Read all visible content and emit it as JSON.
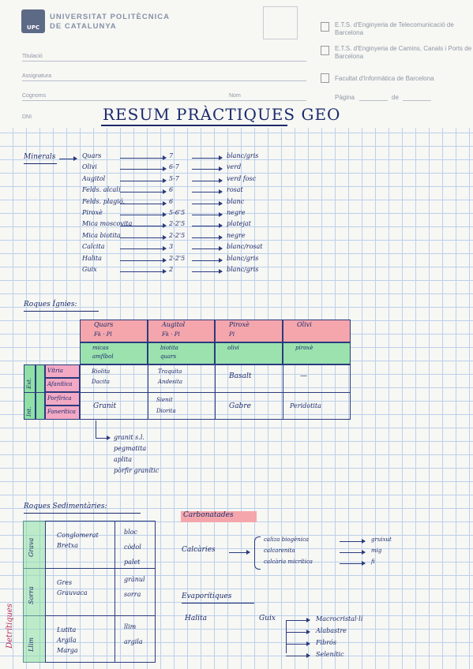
{
  "header": {
    "logo_text": "UPC",
    "university": "UNIVERSITAT POLITÈCNICA DE CATALUNYA",
    "fields": [
      "Titulació",
      "Assignatura",
      "Cognoms",
      "Nom",
      "DNI"
    ],
    "schools": [
      "E.T.S. d'Enginyeria de Telecomunicació de Barcelona",
      "E.T.S. d'Enginyeria de Camins, Canals i Ports de Barcelona",
      "Facultat d'Informàtica de Barcelona"
    ],
    "page_label": "Pàgina",
    "of_label": "de"
  },
  "title": "RESUM PRÀCTIQUES GEO",
  "minerals": {
    "heading": "Minerals",
    "rows": [
      {
        "name": "Quars",
        "hardness": "7",
        "color": "blanc/gris"
      },
      {
        "name": "Olivi",
        "hardness": "6-7",
        "color": "verd"
      },
      {
        "name": "Augitol",
        "hardness": "5-7",
        "color": "verd fosc"
      },
      {
        "name": "Felds. alcalí",
        "hardness": "6",
        "color": "rosat"
      },
      {
        "name": "Felds. plagió.",
        "hardness": "6",
        "color": "blanc"
      },
      {
        "name": "Piroxè",
        "hardness": "5-6'5",
        "color": "negre"
      },
      {
        "name": "Mica moscovita",
        "hardness": "2-2'5",
        "color": "platejat"
      },
      {
        "name": "Mica biotita",
        "hardness": "2-2'5",
        "color": "negre"
      },
      {
        "name": "Calcita",
        "hardness": "3",
        "color": "blanc/rosat"
      },
      {
        "name": "Halita",
        "hardness": "2-2'5",
        "color": "blanc/gris"
      },
      {
        "name": "Guix",
        "hardness": "2",
        "color": "blanc/gris"
      }
    ]
  },
  "igneous": {
    "heading": "Roques Ígnies",
    "columns": [
      {
        "top": "Quars",
        "top2": "Fk · Pl",
        "mid": "micas",
        "mid2": "amfíbol"
      },
      {
        "top": "Augitol",
        "top2": "Fk · Pl",
        "mid": "biotita",
        "mid2": "quars"
      },
      {
        "top": "Piroxè",
        "top2": "Pl",
        "mid": "olivi",
        "mid2": ""
      },
      {
        "top": "Olivi",
        "top2": "",
        "mid": "piroxè",
        "mid2": ""
      }
    ],
    "side_outer": [
      "Ext.",
      "Int."
    ],
    "side_inner": [
      "Vítria",
      "Afanítica",
      "Porfírica",
      "Fanerítica"
    ],
    "ext_row": [
      "Riolita",
      "Dacita",
      "Traquita",
      "Andesita",
      "Basalt",
      "—"
    ],
    "int_row": [
      "Granit",
      "Sienit",
      "Diorita",
      "Gabre",
      "Peridotita"
    ],
    "notes": [
      "granit s.l.",
      "pegmatita",
      "aplita",
      "pòrfir granític"
    ]
  },
  "sedimentary": {
    "heading": "Roques Sedimentàries",
    "side_label": "Detrítiques",
    "groups": [
      {
        "label": "Grava",
        "rocks": [
          "Conglomerat",
          "Bretxa"
        ],
        "sizes": [
          "bloc",
          "còdol",
          "palet"
        ]
      },
      {
        "label": "Sorra",
        "rocks": [
          "Gres",
          "Grauvaca"
        ],
        "sizes": [
          "grànul",
          "sorra"
        ]
      },
      {
        "label": "Llim",
        "rocks": [
          "Lutita",
          "Argila",
          "Marga"
        ],
        "sizes": [
          "llim",
          "argila"
        ]
      }
    ],
    "carbonates": {
      "heading": "Carbonatades",
      "rock": "Calcàries",
      "items": [
        {
          "name": "caliza biogènica",
          "grain": "gruixut"
        },
        {
          "name": "calcarenita",
          "grain": "mig"
        },
        {
          "name": "calcària micrítica",
          "grain": "fi"
        }
      ]
    },
    "evaporites": {
      "heading": "Evaporítiques",
      "rock1": "Halita",
      "rock2": "Guix",
      "items": [
        "Macrocristal·lí",
        "Alabastre",
        "Fibrós",
        "Selenític"
      ]
    }
  }
}
